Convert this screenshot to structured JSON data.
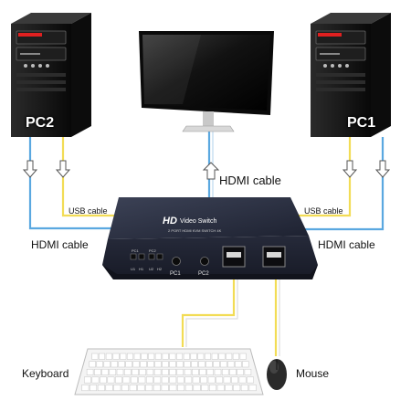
{
  "devices": {
    "pc_left": "PC2",
    "pc_right": "PC1"
  },
  "switch": {
    "brand": "HD",
    "title": "Video Switch",
    "subtitle": "2 PORT HDMI KVM SWITCH 4K",
    "btn_pc1": "PC1",
    "btn_pc2": "PC2",
    "indicator_a": "PC1",
    "indicator_b": "PC2",
    "led_labels": [
      "U1",
      "H1",
      "U2",
      "H2"
    ]
  },
  "labels": {
    "hdmi_top": "HDMI cable",
    "usb_left": "USB cable",
    "usb_right": "USB cable",
    "hdmi_left": "HDMI cable",
    "hdmi_right": "HDMI cable",
    "keyboard": "Keyboard",
    "mouse": "Mouse"
  },
  "colors": {
    "hdmi": "#5aa8e0",
    "usb": "#f2dc55",
    "switch_body": "#262a3a"
  }
}
